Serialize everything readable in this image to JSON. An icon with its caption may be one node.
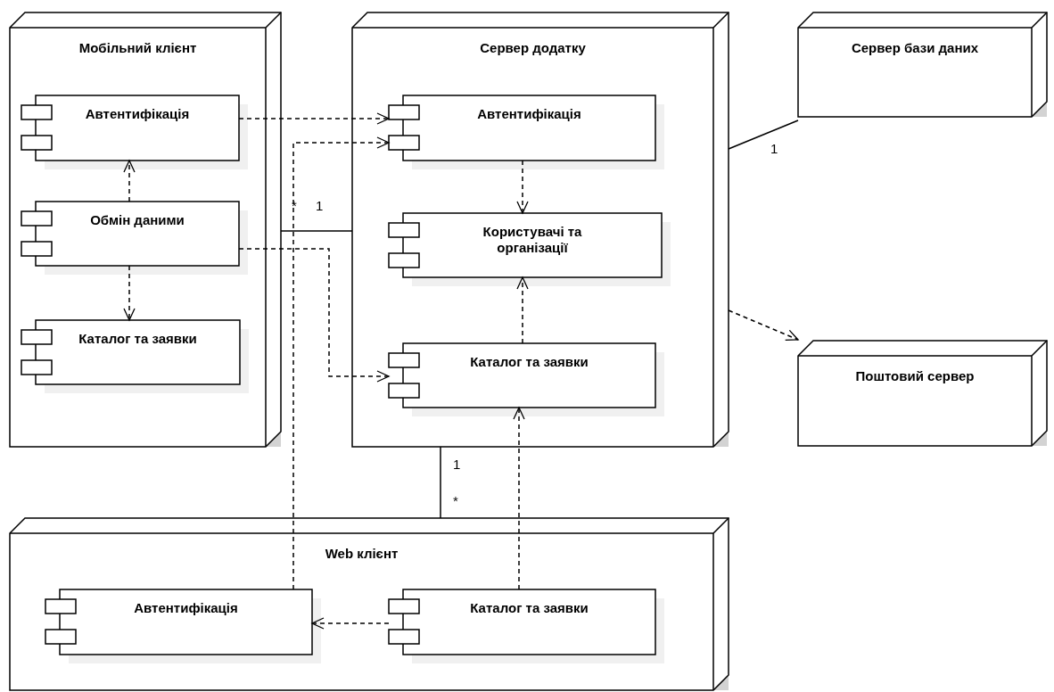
{
  "diagram": {
    "nodes": [
      {
        "text": [
          "Мобільний клієнт"
        ]
      },
      {
        "text": [
          "Сервер додатку"
        ]
      },
      {
        "text": [
          "Сервер бази даних"
        ]
      },
      {
        "text": [
          "Поштовий сервер"
        ]
      },
      {
        "text": [
          "Web клієнт"
        ]
      },
      {
        "text": [
          "Автентифікація"
        ],
        "in": 0
      },
      {
        "text": [
          "Обмін даними"
        ],
        "in": 0
      },
      {
        "text": [
          "Каталог та заявки"
        ],
        "in": 0
      },
      {
        "text": [
          "Автентифікація"
        ],
        "in": 1
      },
      {
        "text": [
          "Користувачі та організації"
        ],
        "in": 1
      },
      {
        "text": [
          "Каталог та заявки"
        ],
        "in": 1
      },
      {
        "text": [
          "Автентифікація"
        ],
        "in": 4
      },
      {
        "text": [
          "Каталог та заявки"
        ],
        "in": 4
      }
    ],
    "edges": [
      {
        "from": 5,
        "to": 8,
        "arrow": "to",
        "style": "dashed"
      },
      {
        "from": 11,
        "to": 8,
        "arrow": "to",
        "style": "dashed"
      },
      {
        "from": 6,
        "to": 5,
        "arrow": "to",
        "style": "dashed"
      },
      {
        "from": 6,
        "to": 7,
        "arrow": "to",
        "style": "dashed"
      },
      {
        "from": 6,
        "to": 10,
        "arrow": "to",
        "style": "dashed"
      },
      {
        "from": 8,
        "to": 9,
        "arrow": "to",
        "style": "dashed"
      },
      {
        "from": 10,
        "to": 9,
        "arrow": "to",
        "style": "dashed"
      },
      {
        "from": 12,
        "to": 10,
        "arrow": "to",
        "style": "dashed"
      },
      {
        "from": 12,
        "to": 11,
        "arrow": "to",
        "style": "dashed"
      },
      {
        "from": 0,
        "to": 1,
        "arrow": "none"
      },
      {
        "from": 1,
        "to": 2,
        "arrow": "none"
      },
      {
        "from": 1,
        "to": 3,
        "arrow": "to",
        "style": "dashed"
      },
      {
        "from": 1,
        "to": 4,
        "arrow": "none"
      }
    ],
    "labels": [
      "1",
      "*",
      "1",
      "1",
      "*"
    ]
  }
}
